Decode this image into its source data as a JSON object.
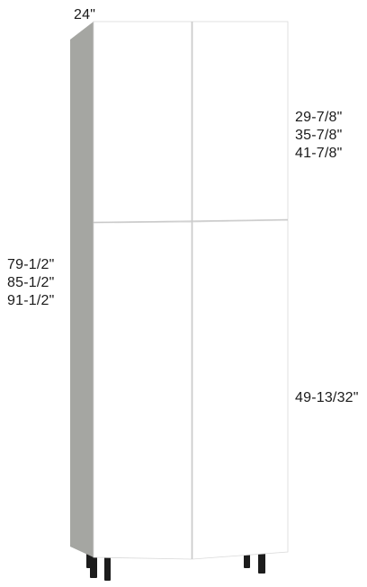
{
  "dimensions": {
    "depth": "24\"",
    "upper_door_heights": [
      "29-7/8\"",
      "35-7/8\"",
      "41-7/8\""
    ],
    "total_heights": [
      "79-1/2\"",
      "85-1/2\"",
      "91-1/2\""
    ],
    "lower_door_height": "49-13/32\""
  },
  "colors": {
    "door_face": "#ffffff",
    "door_gap": "#c9c9c9",
    "side_panel": "#a5a6a2",
    "top_panel": "#d2d3cf",
    "legs": "#1c1c1c",
    "text": "#1a1a1a"
  }
}
